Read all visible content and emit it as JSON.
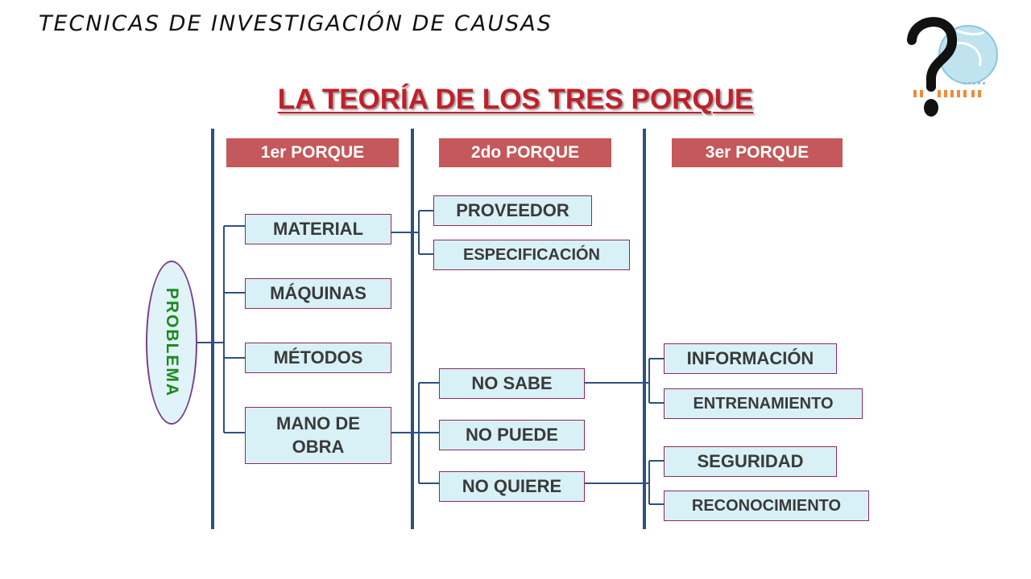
{
  "header": {
    "heading": "TECNICAS DE INVESTIGACIÓN DE CAUSAS",
    "title": "LA TEORÍA DE LOS TRES PORQUE"
  },
  "columns": [
    "1er PORQUE",
    "2do PORQUE",
    "3er PORQUE"
  ],
  "problem": "PROBLEMA",
  "first_level": [
    "MATERIAL",
    "MÁQUINAS",
    "MÉTODOS",
    "MANO DE OBRA"
  ],
  "second_level": {
    "material": [
      "PROVEEDOR",
      "ESPECIFICACIÓN"
    ],
    "mano_de_obra": [
      "NO SABE",
      "NO PUEDE",
      "NO QUIERE"
    ]
  },
  "third_level": {
    "no_sabe": [
      "INFORMACIÓN",
      "ENTRENAMIENTO"
    ],
    "no_quiere": [
      "SEGURIDAD",
      "RECONOCIMIENTO"
    ]
  },
  "colors": {
    "title": "#c0202a",
    "column_header": "#c4585a",
    "box_fill": "#d8f1f6",
    "box_border": "#8e2a56",
    "divider": "#2e4f84",
    "problem_text": "#1d8a1d"
  },
  "icons": {
    "logo": "question-mark-globe-icon"
  }
}
